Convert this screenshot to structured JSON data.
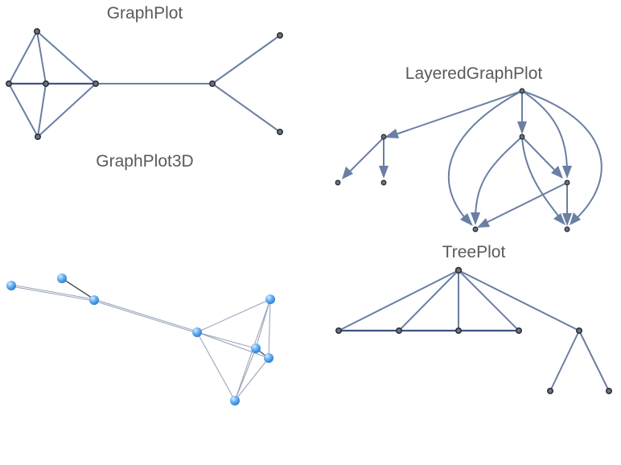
{
  "titles": {
    "graph_plot": "GraphPlot",
    "graph_plot_3d": "GraphPlot3D",
    "layered_graph_plot": "LayeredGraphPlot",
    "tree_plot": "TreePlot"
  },
  "colors": {
    "edge": "#6a7fa3",
    "node": "#6a7483",
    "sphere_highlight": "#aed8ff",
    "sphere_base": "#3d8ee0"
  }
}
